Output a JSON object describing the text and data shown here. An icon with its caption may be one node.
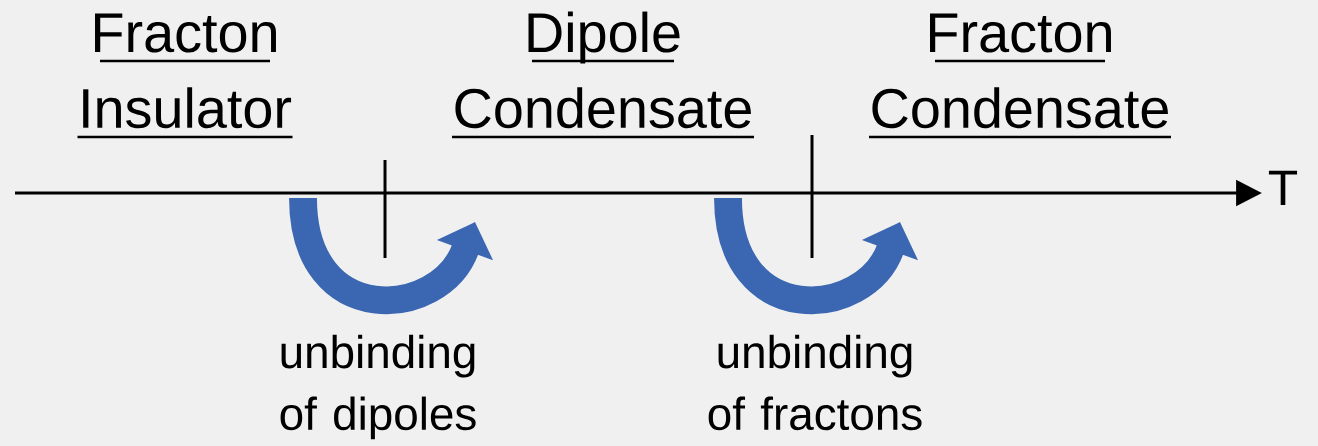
{
  "diagram": {
    "labels": [
      "Fracton Insulator",
      "Dipole Condensate",
      "Fracton Condensate",
      "T",
      "unbinding of dipoles",
      "unbinding of fractons"
    ]
  }
}
